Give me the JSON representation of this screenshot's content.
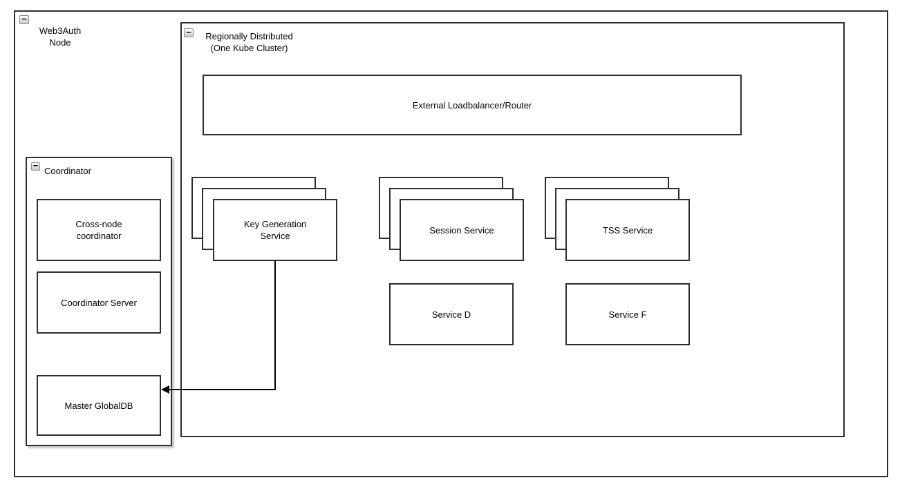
{
  "colors": {
    "background": "#ffffff",
    "shape_fill": "#ffffff",
    "border": "#2e2e2e",
    "text": "#000000",
    "coordinator_shadow": "#d0d0d0",
    "arrow": "#000000"
  },
  "icons": {
    "collapse_glyph": "−"
  },
  "web3auth_node": {
    "title_line1": "Web3Auth",
    "title_line2": "Node"
  },
  "regional_cluster": {
    "title_line1": "Regionally Distributed",
    "title_line2": "(One Kube Cluster)"
  },
  "loadbalancer": {
    "label": "External Loadbalancer/Router"
  },
  "key_generation_service": {
    "label_line1": "Key Generation",
    "label_line2": "Service"
  },
  "session_service": {
    "label": "Session Service"
  },
  "tss_service": {
    "label": "TSS Service"
  },
  "service_d": {
    "label": "Service D"
  },
  "service_f": {
    "label": "Service F"
  },
  "coordinator": {
    "title": "Coordinator"
  },
  "cross_node_coordinator": {
    "label_line1": "Cross-node",
    "label_line2": "coordinator"
  },
  "coordinator_server": {
    "label": "Coordinator Server"
  },
  "master_globaldb": {
    "label": "Master GlobalDB"
  }
}
